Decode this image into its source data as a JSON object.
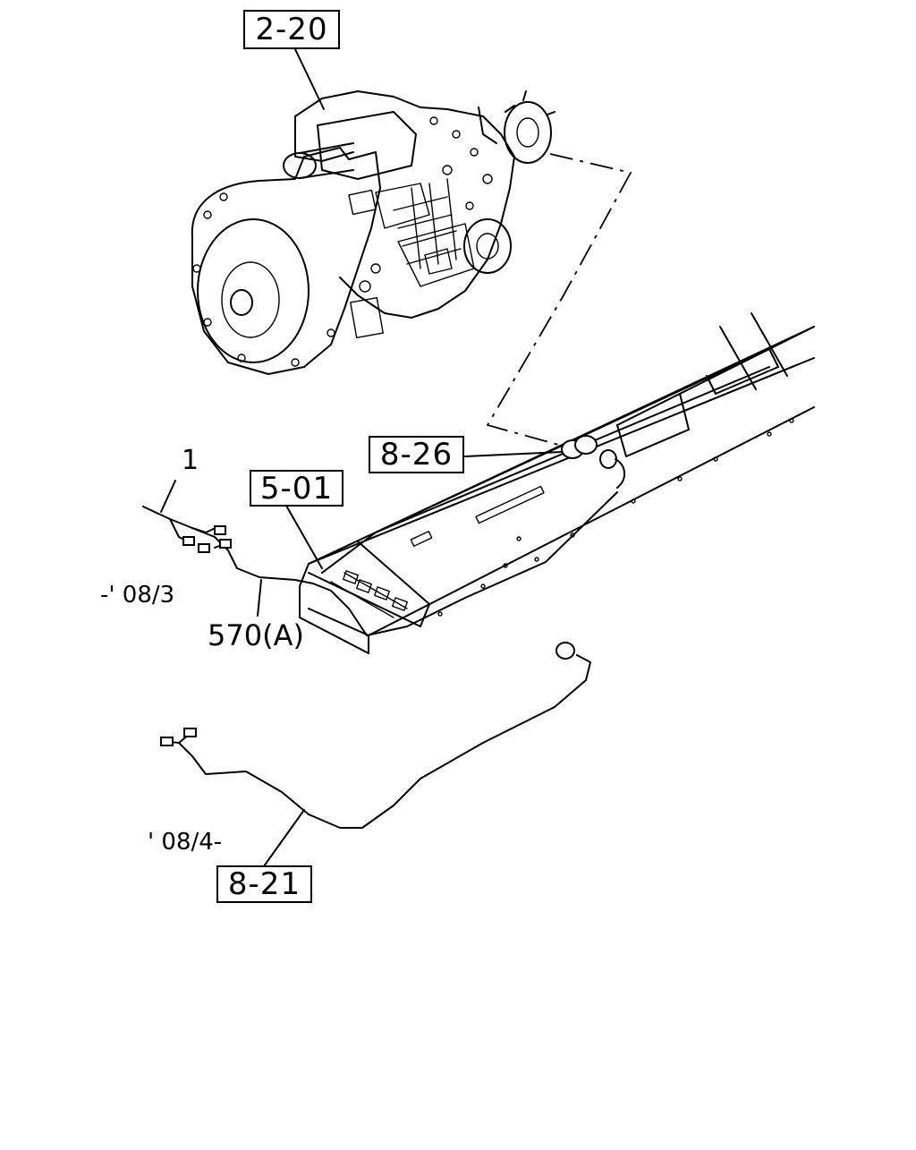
{
  "diagram": {
    "callouts": {
      "transmission_ref": "2-20",
      "chassis_frame_ref": "5-01",
      "sensor_ref": "8-26",
      "harness_late_ref": "8-21"
    },
    "labels": {
      "part_number": "1",
      "date_early": "-' 08/3",
      "part_code": "570(A)",
      "date_late": "' 08/4-"
    }
  }
}
